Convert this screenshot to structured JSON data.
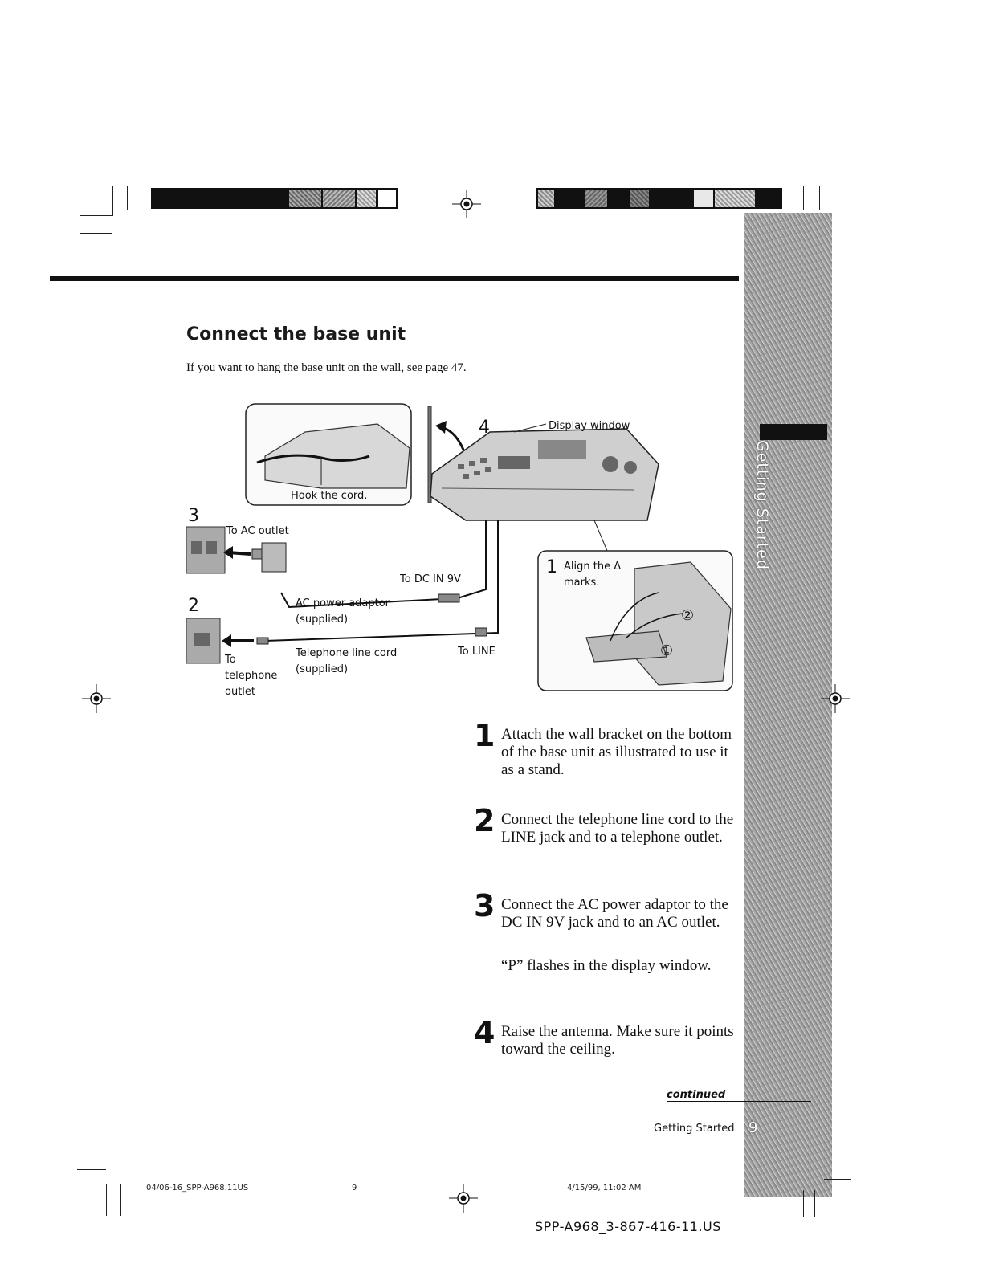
{
  "section": {
    "title": "Connect the base unit",
    "intro": "If you want to hang the base unit on the wall, see page 47."
  },
  "side_tab": {
    "label": "Getting Started"
  },
  "diagram": {
    "callout_hook": "Hook the cord.",
    "display_window": "Display window",
    "step4_num": "4",
    "step3_num": "3",
    "step2_num": "2",
    "step1_num": "1",
    "to_ac_outlet": "To AC outlet",
    "to_dc_in": "To DC IN 9V",
    "ac_adaptor_line1": "AC power adaptor",
    "ac_adaptor_line2": "(supplied)",
    "tel_cord_line1": "Telephone line cord",
    "tel_cord_line2": "(supplied)",
    "to_line": "To LINE",
    "to_tel_line1": "To",
    "to_tel_line2": "telephone",
    "to_tel_line3": "outlet",
    "align_line1": "Align the Δ",
    "align_line2": "marks.",
    "circle1": "①",
    "circle2": "②"
  },
  "steps": [
    {
      "num": "1",
      "text": "Attach the wall bracket on the bottom of the base unit as illustrated to use it as a stand."
    },
    {
      "num": "2",
      "text": "Connect the telephone line cord to the LINE jack and to a telephone outlet."
    },
    {
      "num": "3",
      "text": "Connect the AC power adaptor to the DC IN 9V jack and to an AC outlet.",
      "note": "“P” flashes in the display window."
    },
    {
      "num": "4",
      "text": "Raise the antenna.  Make sure it points toward the ceiling."
    }
  ],
  "continued": "continued",
  "footer": {
    "section_name": "Getting Started",
    "page_number": "9",
    "file_name": "04/06-16_SPP-A968.11US",
    "print_page": "9",
    "timestamp": "4/15/99, 11:02 AM",
    "doc_id": "SPP-A968_3-867-416-11.US"
  }
}
